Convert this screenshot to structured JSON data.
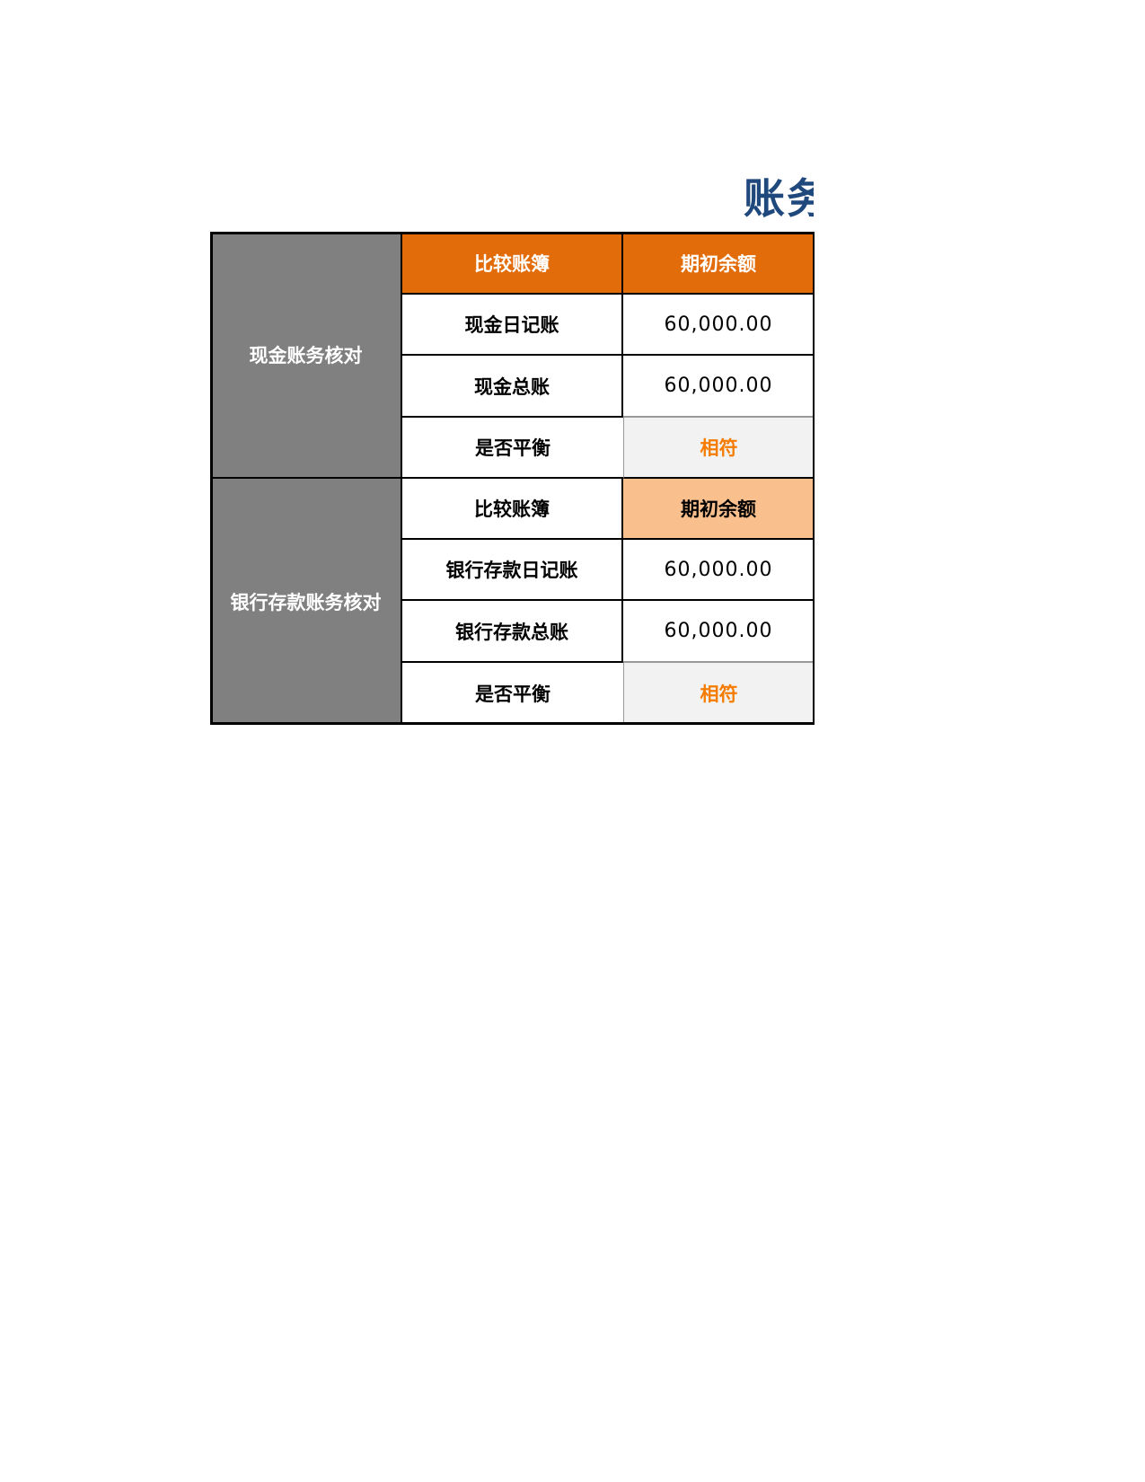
{
  "title": "账务核对表",
  "sections": [
    {
      "group_label": "现金账务核对",
      "header": {
        "compare": "比较账簿",
        "opening": "期初余额"
      },
      "rows": [
        {
          "label": "现金日记账",
          "value": "60,000.00"
        },
        {
          "label": "现金总账",
          "value": "60,000.00"
        },
        {
          "label": "是否平衡",
          "value": "相符"
        }
      ]
    },
    {
      "group_label": "银行存款账务核对",
      "header": {
        "compare": "比较账簿",
        "opening": "期初余额"
      },
      "rows": [
        {
          "label": "银行存款日记账",
          "value": "60,000.00"
        },
        {
          "label": "银行存款总账",
          "value": "60,000.00"
        },
        {
          "label": "是否平衡",
          "value": "相符"
        }
      ]
    }
  ],
  "colors": {
    "title": "#1F497D",
    "header_orange": "#E36C0A",
    "header_light_orange": "#F9C08E",
    "group_gray": "#808080",
    "status_orange": "#F57C00"
  }
}
